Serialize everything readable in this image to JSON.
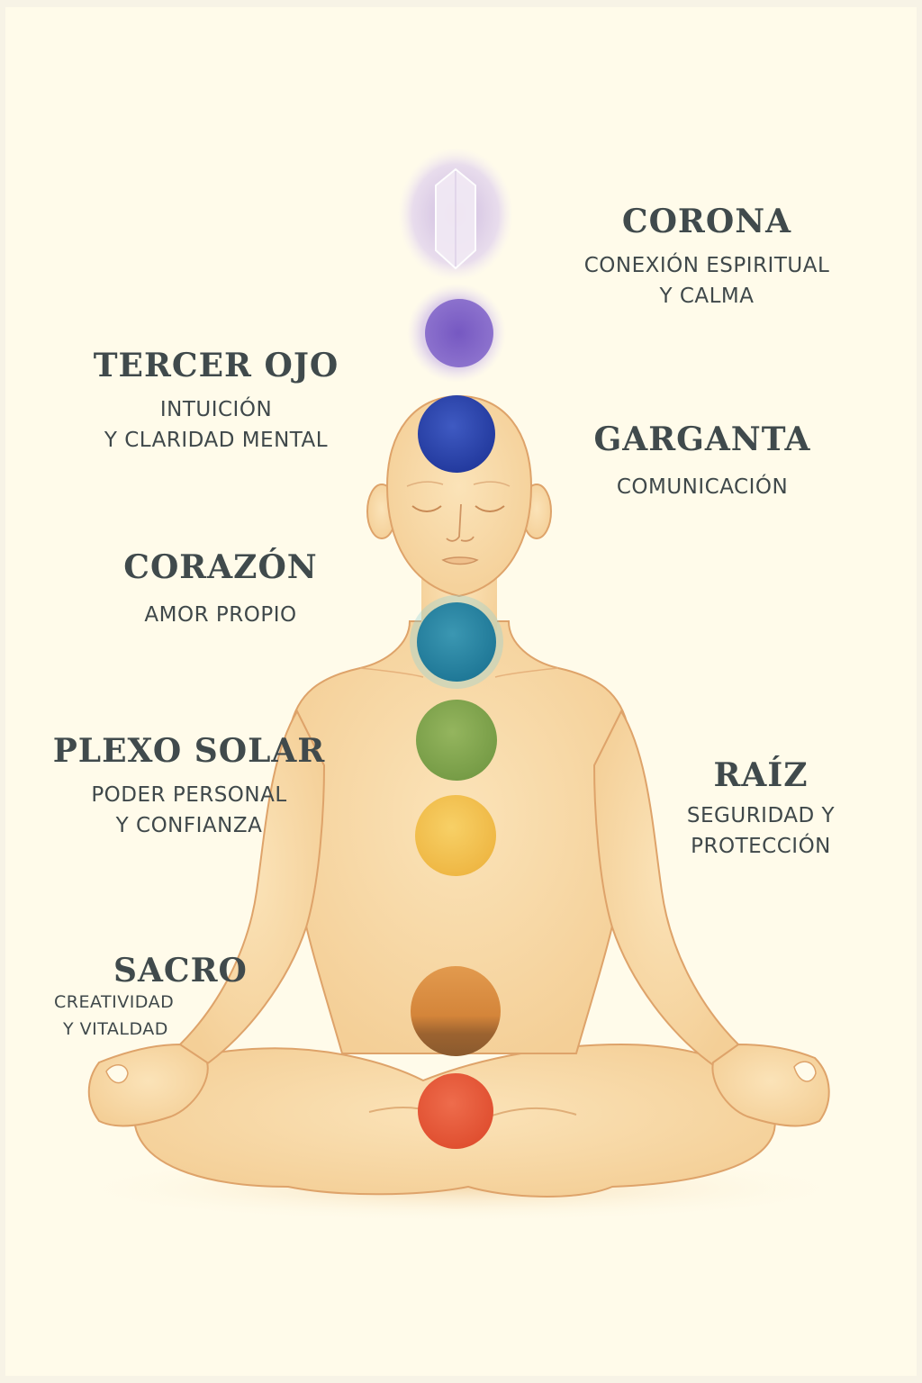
{
  "diagram": {
    "subject": "Seven chakras on a meditating figure",
    "colors": {
      "background": "#fffbea",
      "skin": "#f6d7a4",
      "skin_outline": "#dfa46a",
      "text": "#3f484a"
    },
    "orbs": [
      {
        "id": "crown-crystal",
        "color": "#c9b3e6",
        "shape": "crystal"
      },
      {
        "id": "violet",
        "color": "#7b5cc4"
      },
      {
        "id": "indigo",
        "color": "#2f45ad"
      },
      {
        "id": "blue-teal",
        "color": "#2a8aa8"
      },
      {
        "id": "green",
        "color": "#7ea54a"
      },
      {
        "id": "yellow",
        "color": "#f2c04c"
      },
      {
        "id": "orange",
        "color": "#d98a3a"
      },
      {
        "id": "red",
        "color": "#e55a3a"
      }
    ],
    "labels": {
      "corona": {
        "title": "CORONA",
        "desc": [
          "CONEXIÓN ESPIRITUAL",
          "Y CALMA"
        ]
      },
      "tercer_ojo": {
        "title": "TERCER OJO",
        "desc": [
          "INTUICIÓN",
          "Y CLARIDAD MENTAL"
        ]
      },
      "garganta": {
        "title": "GARGANTA",
        "desc": [
          "COMUNICACIÓN"
        ]
      },
      "corazon": {
        "title": "CORAZÓN",
        "desc": [
          "AMOR PROPIO"
        ]
      },
      "plexo_solar": {
        "title": "PLEXO SOLAR",
        "desc": [
          "PODER PERSONAL",
          "Y CONFIANZA"
        ]
      },
      "raiz": {
        "title": "RAÍZ",
        "desc": [
          "SEGURIDAD Y",
          "PROTECCIÓN"
        ]
      },
      "sacro": {
        "title": "SACRO",
        "desc": [
          "CREATIVIDAD",
          "Y VITALDAD"
        ]
      }
    }
  }
}
